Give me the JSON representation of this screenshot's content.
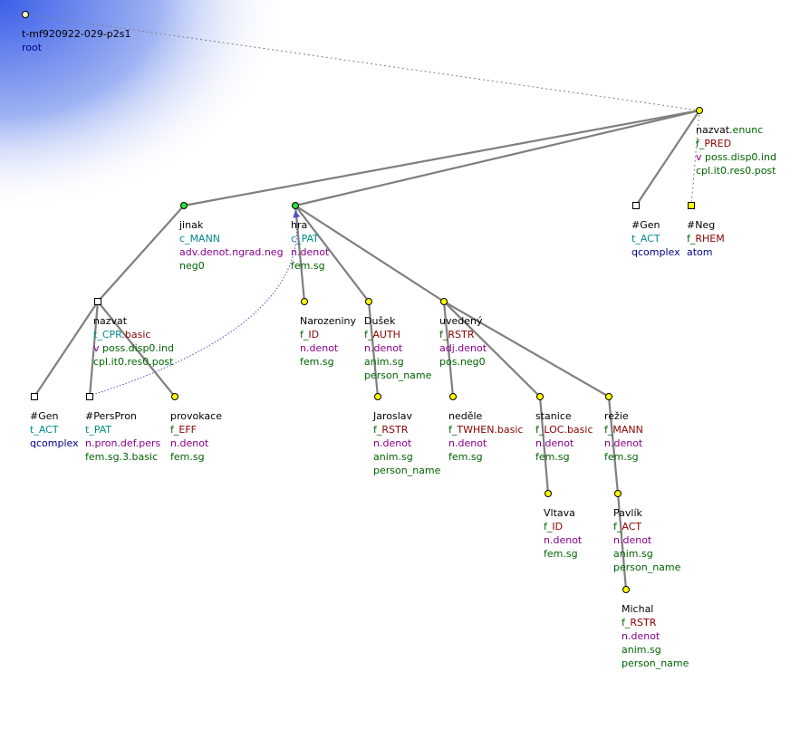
{
  "tree_id": "t-mf920922-029-p2s1",
  "root_label": "root",
  "colors": {
    "edge": "#7f7f7f",
    "coref": "#5050c0",
    "node_yellow": "#ffff00",
    "node_green": "#33dd33",
    "node_square": "#ffffff",
    "node_square_yellow": "#ffff00"
  },
  "nodes": [
    {
      "id": "n_nazvat",
      "lemma": "nazvat",
      "suffix": ".enunc",
      "functor": "PRED",
      "functor_kind": "f",
      "gram": "v",
      "gram2": "poss.disp0.ind",
      "attr": "cpl.it0.res0.post",
      "shape": "circle",
      "color": "yellow"
    },
    {
      "id": "n_gen1",
      "lemma": "#Gen",
      "functor": "ACT",
      "functor_kind": "t",
      "attr": "qcomplex",
      "shape": "square",
      "color": "white"
    },
    {
      "id": "n_neg",
      "lemma": "#Neg",
      "functor": "RHEM",
      "functor_kind": "f",
      "attr": "atom",
      "shape": "square",
      "color": "yellow"
    },
    {
      "id": "n_jinak",
      "lemma": "jinak",
      "functor": "MANN",
      "functor_kind": "c",
      "gram": "adv.denot.ngrad.neg",
      "attr": "neg0",
      "shape": "circle",
      "color": "green"
    },
    {
      "id": "n_hra",
      "lemma": "hra",
      "functor": "PAT",
      "functor_kind": "c",
      "gram": "n.denot",
      "attr": "fem.sg",
      "shape": "circle",
      "color": "green"
    },
    {
      "id": "n_nazvat2",
      "lemma": "nazvat",
      "functor": "CPR",
      "functor_kind": "t",
      "suffix": "basic",
      "gram": "v",
      "gram2": "poss.disp0.ind",
      "attr": "cpl.it0.res0.post",
      "shape": "square",
      "color": "white"
    },
    {
      "id": "n_gen2",
      "lemma": "#Gen",
      "functor": "ACT",
      "functor_kind": "t",
      "attr": "qcomplex",
      "shape": "square",
      "color": "white"
    },
    {
      "id": "n_perspron",
      "lemma": "#PersPron",
      "functor": "PAT",
      "functor_kind": "t",
      "gram": "n.pron.def.pers",
      "attr": "fem.sg.3.basic",
      "shape": "square",
      "color": "white"
    },
    {
      "id": "n_provokace",
      "lemma": "provokace",
      "functor": "EFF",
      "functor_kind": "f",
      "gram": "n.denot",
      "attr": "fem.sg",
      "shape": "circle",
      "color": "yellow"
    },
    {
      "id": "n_narozeniny",
      "lemma": "Narozeniny",
      "functor": "ID",
      "functor_kind": "f",
      "gram": "n.denot",
      "attr": "fem.sg",
      "shape": "circle",
      "color": "yellow"
    },
    {
      "id": "n_dusek",
      "lemma": "Dušek",
      "functor": "AUTH",
      "functor_kind": "f",
      "gram": "n.denot",
      "attr": "anim.sg",
      "attr2": "person_name",
      "shape": "circle",
      "color": "yellow"
    },
    {
      "id": "n_uvedeny",
      "lemma": "uvedený",
      "functor": "RSTR",
      "functor_kind": "f",
      "gram": "adj.denot",
      "attr": "pos.neg0",
      "shape": "circle",
      "color": "yellow"
    },
    {
      "id": "n_jaroslav",
      "lemma": "Jaroslav",
      "functor": "RSTR",
      "functor_kind": "f",
      "gram": "n.denot",
      "attr": "anim.sg",
      "attr2": "person_name",
      "shape": "circle",
      "color": "yellow"
    },
    {
      "id": "n_nedele",
      "lemma": "neděle",
      "functor": "TWHEN",
      "functor_kind": "f",
      "suffix": "basic",
      "gram": "n.denot",
      "attr": "fem.sg",
      "shape": "circle",
      "color": "yellow"
    },
    {
      "id": "n_stanice",
      "lemma": "stanice",
      "functor": "LOC",
      "functor_kind": "f",
      "suffix": "basic",
      "gram": "n.denot",
      "attr": "fem.sg",
      "shape": "circle",
      "color": "yellow"
    },
    {
      "id": "n_rezie",
      "lemma": "režie",
      "functor": "MANN",
      "functor_kind": "f",
      "gram": "n.denot",
      "attr": "fem.sg",
      "shape": "circle",
      "color": "yellow"
    },
    {
      "id": "n_vltava",
      "lemma": "Vltava",
      "functor": "ID",
      "functor_kind": "f",
      "gram": "n.denot",
      "attr": "fem.sg",
      "shape": "circle",
      "color": "yellow"
    },
    {
      "id": "n_pavlik",
      "lemma": "Pavlík",
      "functor": "ACT",
      "functor_kind": "f",
      "gram": "n.denot",
      "attr": "anim.sg",
      "attr2": "person_name",
      "shape": "circle",
      "color": "yellow"
    },
    {
      "id": "n_michal",
      "lemma": "Michal",
      "functor": "RSTR",
      "functor_kind": "f",
      "gram": "n.denot",
      "attr": "anim.sg",
      "attr2": "person_name",
      "shape": "circle",
      "color": "yellow"
    }
  ],
  "edges": [
    [
      "root",
      "n_nazvat",
      "dotted"
    ],
    [
      "n_nazvat",
      "n_jinak",
      "solid"
    ],
    [
      "n_nazvat",
      "n_hra",
      "solid"
    ],
    [
      "n_nazvat",
      "n_gen1",
      "solid"
    ],
    [
      "n_nazvat",
      "n_neg",
      "dotted"
    ],
    [
      "n_jinak",
      "n_nazvat2",
      "solid"
    ],
    [
      "n_nazvat2",
      "n_gen2",
      "solid"
    ],
    [
      "n_nazvat2",
      "n_perspron",
      "solid"
    ],
    [
      "n_nazvat2",
      "n_provokace",
      "solid"
    ],
    [
      "n_hra",
      "n_narozeniny",
      "solid"
    ],
    [
      "n_hra",
      "n_dusek",
      "solid"
    ],
    [
      "n_hra",
      "n_uvedeny",
      "solid"
    ],
    [
      "n_dusek",
      "n_jaroslav",
      "solid"
    ],
    [
      "n_uvedeny",
      "n_nedele",
      "solid"
    ],
    [
      "n_uvedeny",
      "n_stanice",
      "solid"
    ],
    [
      "n_uvedeny",
      "n_rezie",
      "solid"
    ],
    [
      "n_stanice",
      "n_vltava",
      "solid"
    ],
    [
      "n_rezie",
      "n_pavlik",
      "solid"
    ],
    [
      "n_pavlik",
      "n_michal",
      "solid"
    ]
  ],
  "coref": [
    [
      "n_perspron",
      "n_hra"
    ]
  ]
}
